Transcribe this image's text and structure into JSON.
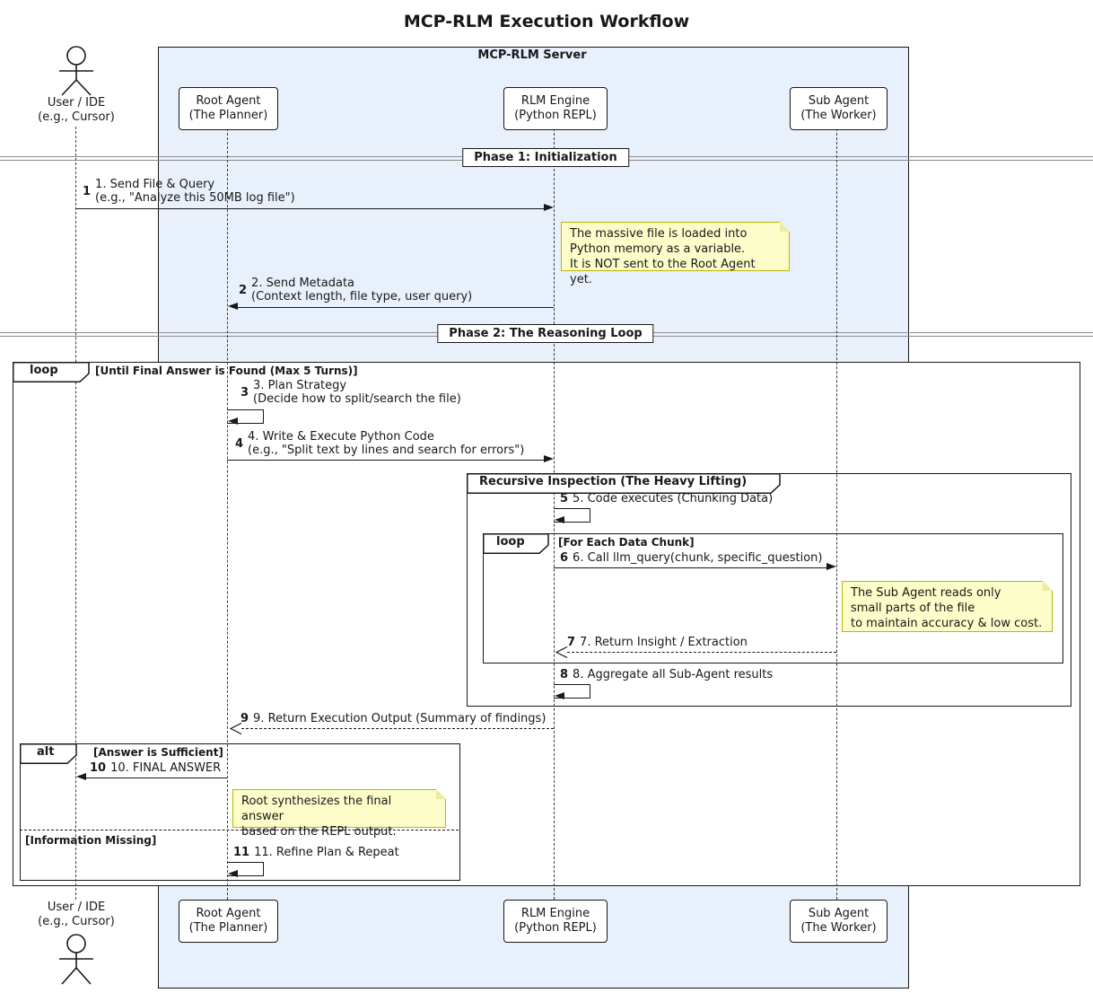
{
  "title": "MCP-RLM Execution Workflow",
  "server": {
    "label": "MCP-RLM Server"
  },
  "participants": {
    "user": {
      "line1": "User / IDE",
      "line2": "(e.g., Cursor)"
    },
    "root": {
      "line1": "Root Agent",
      "line2": "(The Planner)"
    },
    "rlm": {
      "line1": "RLM Engine",
      "line2": "(Python REPL)"
    },
    "sub": {
      "line1": "Sub Agent",
      "line2": "(The Worker)"
    }
  },
  "dividers": {
    "phase1": "Phase 1: Initialization",
    "phase2": "Phase 2: The Reasoning Loop"
  },
  "fragments": {
    "outer_loop": {
      "keyword": "loop",
      "condition": "[Until Final Answer is Found (Max 5 Turns)]"
    },
    "group": {
      "label": "Recursive Inspection (The Heavy Lifting)"
    },
    "inner_loop": {
      "keyword": "loop",
      "condition": "[For Each Data Chunk]"
    },
    "alt": {
      "keyword": "alt",
      "condition_if": "[Answer is Sufficient]",
      "condition_else": "[Information Missing]"
    }
  },
  "messages": [
    {
      "num": "1",
      "lines": [
        "1. Send File & Query",
        "(e.g., \"Analyze this 50MB log file\")"
      ]
    },
    {
      "num": "2",
      "lines": [
        "2. Send Metadata",
        "(Context length, file type, user query)"
      ]
    },
    {
      "num": "3",
      "lines": [
        "3. Plan Strategy",
        "(Decide how to split/search the file)"
      ]
    },
    {
      "num": "4",
      "lines": [
        "4. Write & Execute Python Code",
        "(e.g., \"Split text by lines and search for errors\")"
      ]
    },
    {
      "num": "5",
      "lines": [
        "5. Code executes (Chunking Data)"
      ]
    },
    {
      "num": "6",
      "lines": [
        "6. Call llm_query(chunk, specific_question)"
      ]
    },
    {
      "num": "7",
      "lines": [
        "7. Return Insight / Extraction"
      ]
    },
    {
      "num": "8",
      "lines": [
        "8. Aggregate all Sub-Agent results"
      ]
    },
    {
      "num": "9",
      "lines": [
        "9. Return Execution Output (Summary of findings)"
      ]
    },
    {
      "num": "10",
      "lines": [
        "10. FINAL ANSWER"
      ]
    },
    {
      "num": "11",
      "lines": [
        "11. Refine Plan & Repeat"
      ]
    }
  ],
  "notes": [
    {
      "lines": [
        "The massive file is loaded into",
        "Python memory as a variable.",
        "It is NOT sent to the Root Agent yet."
      ]
    },
    {
      "lines": [
        "The Sub Agent reads only",
        "small parts of the file",
        "to maintain accuracy & low cost."
      ]
    },
    {
      "lines": [
        "Root synthesizes the final answer",
        "based on the REPL output."
      ]
    }
  ],
  "icons": {
    "actor": "stick-figure"
  },
  "colors": {
    "server_bg": "#E8F1FB",
    "note_bg": "#FDFDCA",
    "note_border": "#B8B800",
    "line": "#181818",
    "divider_line": "#8C8C8C"
  }
}
